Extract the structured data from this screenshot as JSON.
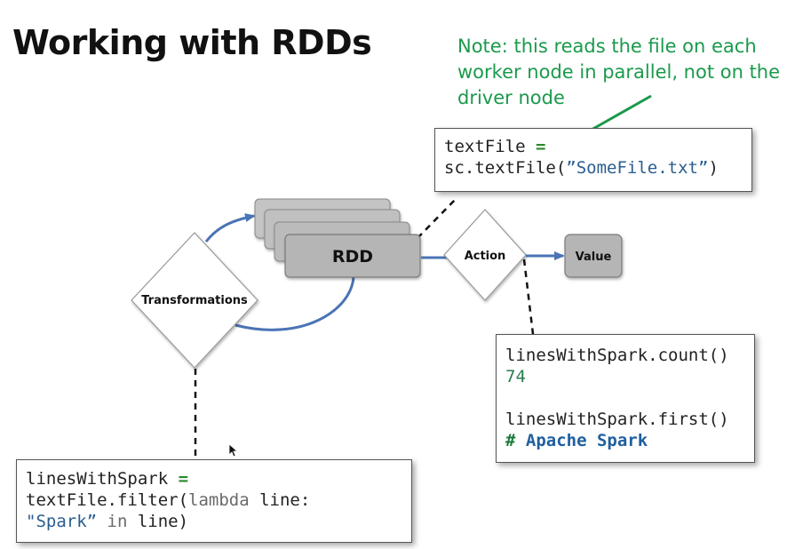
{
  "title": "Working with RDDs",
  "note": "Note: this reads the file on each worker node in parallel, not on the driver node",
  "diagram": {
    "rdd_label": "RDD",
    "action_label": "Action",
    "value_label": "Value",
    "transformations_label": "Transformations"
  },
  "code_textfile": {
    "line1_var": "textFile",
    "line1_op": " =",
    "line2_pre": "sc.textFile(",
    "line2_str": "”SomeFile.txt”",
    "line2_post": ")"
  },
  "code_action": {
    "count_call": "linesWithSpark.count()",
    "count_result": "74",
    "first_call": "linesWithSpark.first()",
    "first_hash": "#",
    "first_result": " Apache Spark"
  },
  "code_filter": {
    "line1_var": "linesWithSpark",
    "line1_op": " =",
    "line2_pre": "textFile.filter(",
    "line2_kw": "lambda",
    "line2_post": " line:",
    "line3_str": "\"Spark”",
    "line3_kw": " in",
    "line3_post": " line)"
  },
  "colors": {
    "note_green": "#1a9a4c",
    "rdd_fill": "#b5b5b5",
    "arrow_blue": "#4a74b5"
  }
}
